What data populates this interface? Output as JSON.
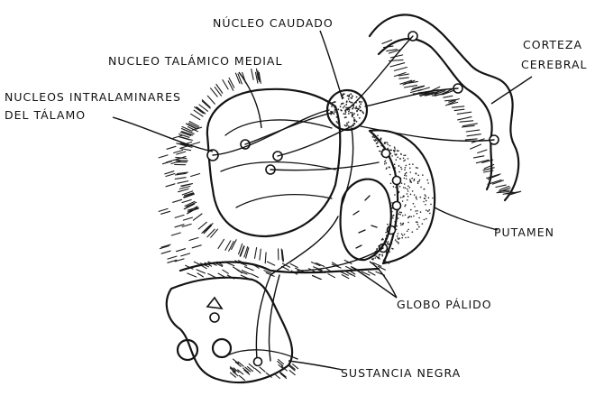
{
  "labels": {
    "nucleo_caudado": "NÚCLEO CAUDADO",
    "talamico_medial": "NUCLEO TALÁMICO MEDIAL",
    "intralaminares_1": "NUCLEOS INTRALAMINARES",
    "intralaminares_2": "DEL TÁLAMO",
    "corteza_1": "CORTEZA",
    "corteza_2": "CEREBRAL",
    "putamen": "PUTAMEN",
    "globo_palido": "GLOBO PÁLIDO",
    "sustancia_negra": "SUSTANCIA NEGRA"
  }
}
